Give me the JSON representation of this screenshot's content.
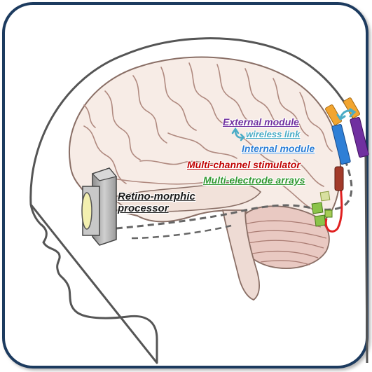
{
  "labels": {
    "external_module": "External module",
    "wireless_link": "wireless link",
    "internal_module": "Internal module",
    "multichannel_stimulator": "Multi-channel stimulator",
    "multielectrode_arrays": "Multi-electrode arrays",
    "retino_line1": "Retino-morphic",
    "retino_line2": "processor"
  },
  "colors": {
    "external_module": "#7030a0",
    "wireless_link": "#4bacc6",
    "internal_module": "#2e7fd6",
    "multichannel_stimulator": "#c00000",
    "multielectrode_arrays": "#339933",
    "retino_processor": "#1a1a1a",
    "frame_border": "#1f3a5f",
    "head_outline": "#555555",
    "brain_fill": "#f7ece6",
    "cerebellum_fill": "#e9c9c2",
    "camera_body": "#b5b5b5",
    "camera_lens": "#f3f0b0"
  },
  "icons": [
    "wireless-link-arrow-icon",
    "camera-icon"
  ]
}
